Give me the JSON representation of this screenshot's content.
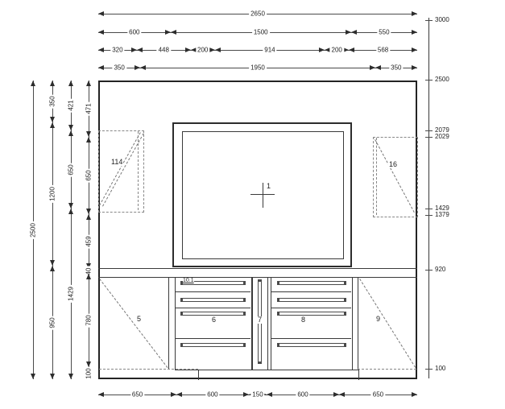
{
  "labels": {
    "center_mark": "1",
    "left_wall_panel": "114",
    "right_wall_panel": "16",
    "left_door": "5",
    "left_drawer_unit": "6",
    "center_filler": "7",
    "right_drawer_unit": "8",
    "right_door": "9",
    "top_drawer": "10.1"
  },
  "dimensions": {
    "top_rows": [
      {
        "values": [
          2650
        ]
      },
      {
        "values": [
          600,
          1500,
          550
        ]
      },
      {
        "values": [
          320,
          448,
          200,
          914,
          200,
          568
        ]
      },
      {
        "values": [
          350,
          1950,
          350
        ]
      }
    ],
    "bottom_rows": [
      {
        "values": [
          650,
          600,
          150,
          600,
          650
        ]
      }
    ],
    "left_cols": [
      {
        "values": [
          2500
        ]
      },
      {
        "values": [
          350,
          1200,
          950
        ]
      },
      {
        "values": [
          421,
          650,
          1429
        ]
      },
      {
        "values": [
          471,
          650,
          459,
          40,
          780,
          100
        ]
      }
    ],
    "right_scale": [
      "3000",
      "2500",
      "2079",
      "2029",
      "1429",
      "1379",
      "920",
      "100"
    ]
  }
}
